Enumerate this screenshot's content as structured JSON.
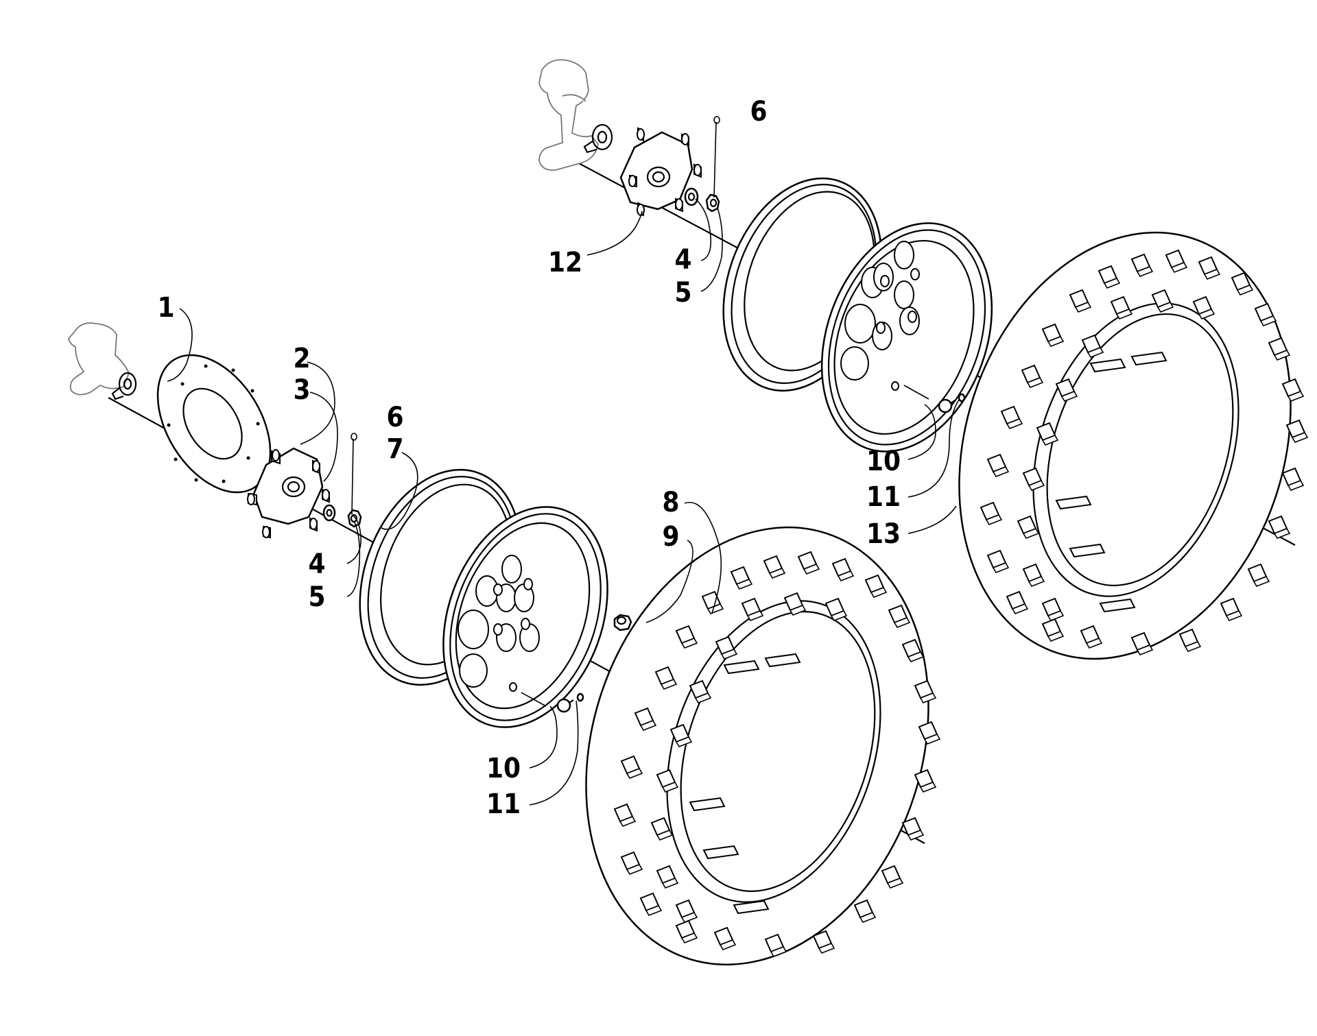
{
  "title": "",
  "colors": {
    "line": "#000000",
    "background": "#ffffff",
    "faint": "#777777"
  },
  "callouts": [
    {
      "id": "c1",
      "label": "1"
    },
    {
      "id": "c2",
      "label": "2"
    },
    {
      "id": "c3",
      "label": "3"
    },
    {
      "id": "c4l",
      "label": "4"
    },
    {
      "id": "c5l",
      "label": "5"
    },
    {
      "id": "c6l",
      "label": "6"
    },
    {
      "id": "c7",
      "label": "7"
    },
    {
      "id": "c8",
      "label": "8"
    },
    {
      "id": "c9",
      "label": "9"
    },
    {
      "id": "c10l",
      "label": "10"
    },
    {
      "id": "c11l",
      "label": "11"
    },
    {
      "id": "c6u",
      "label": "6"
    },
    {
      "id": "c12",
      "label": "12"
    },
    {
      "id": "c4u",
      "label": "4"
    },
    {
      "id": "c5u",
      "label": "5"
    },
    {
      "id": "c10u",
      "label": "10"
    },
    {
      "id": "c11u",
      "label": "11"
    },
    {
      "id": "c13",
      "label": "13"
    }
  ]
}
